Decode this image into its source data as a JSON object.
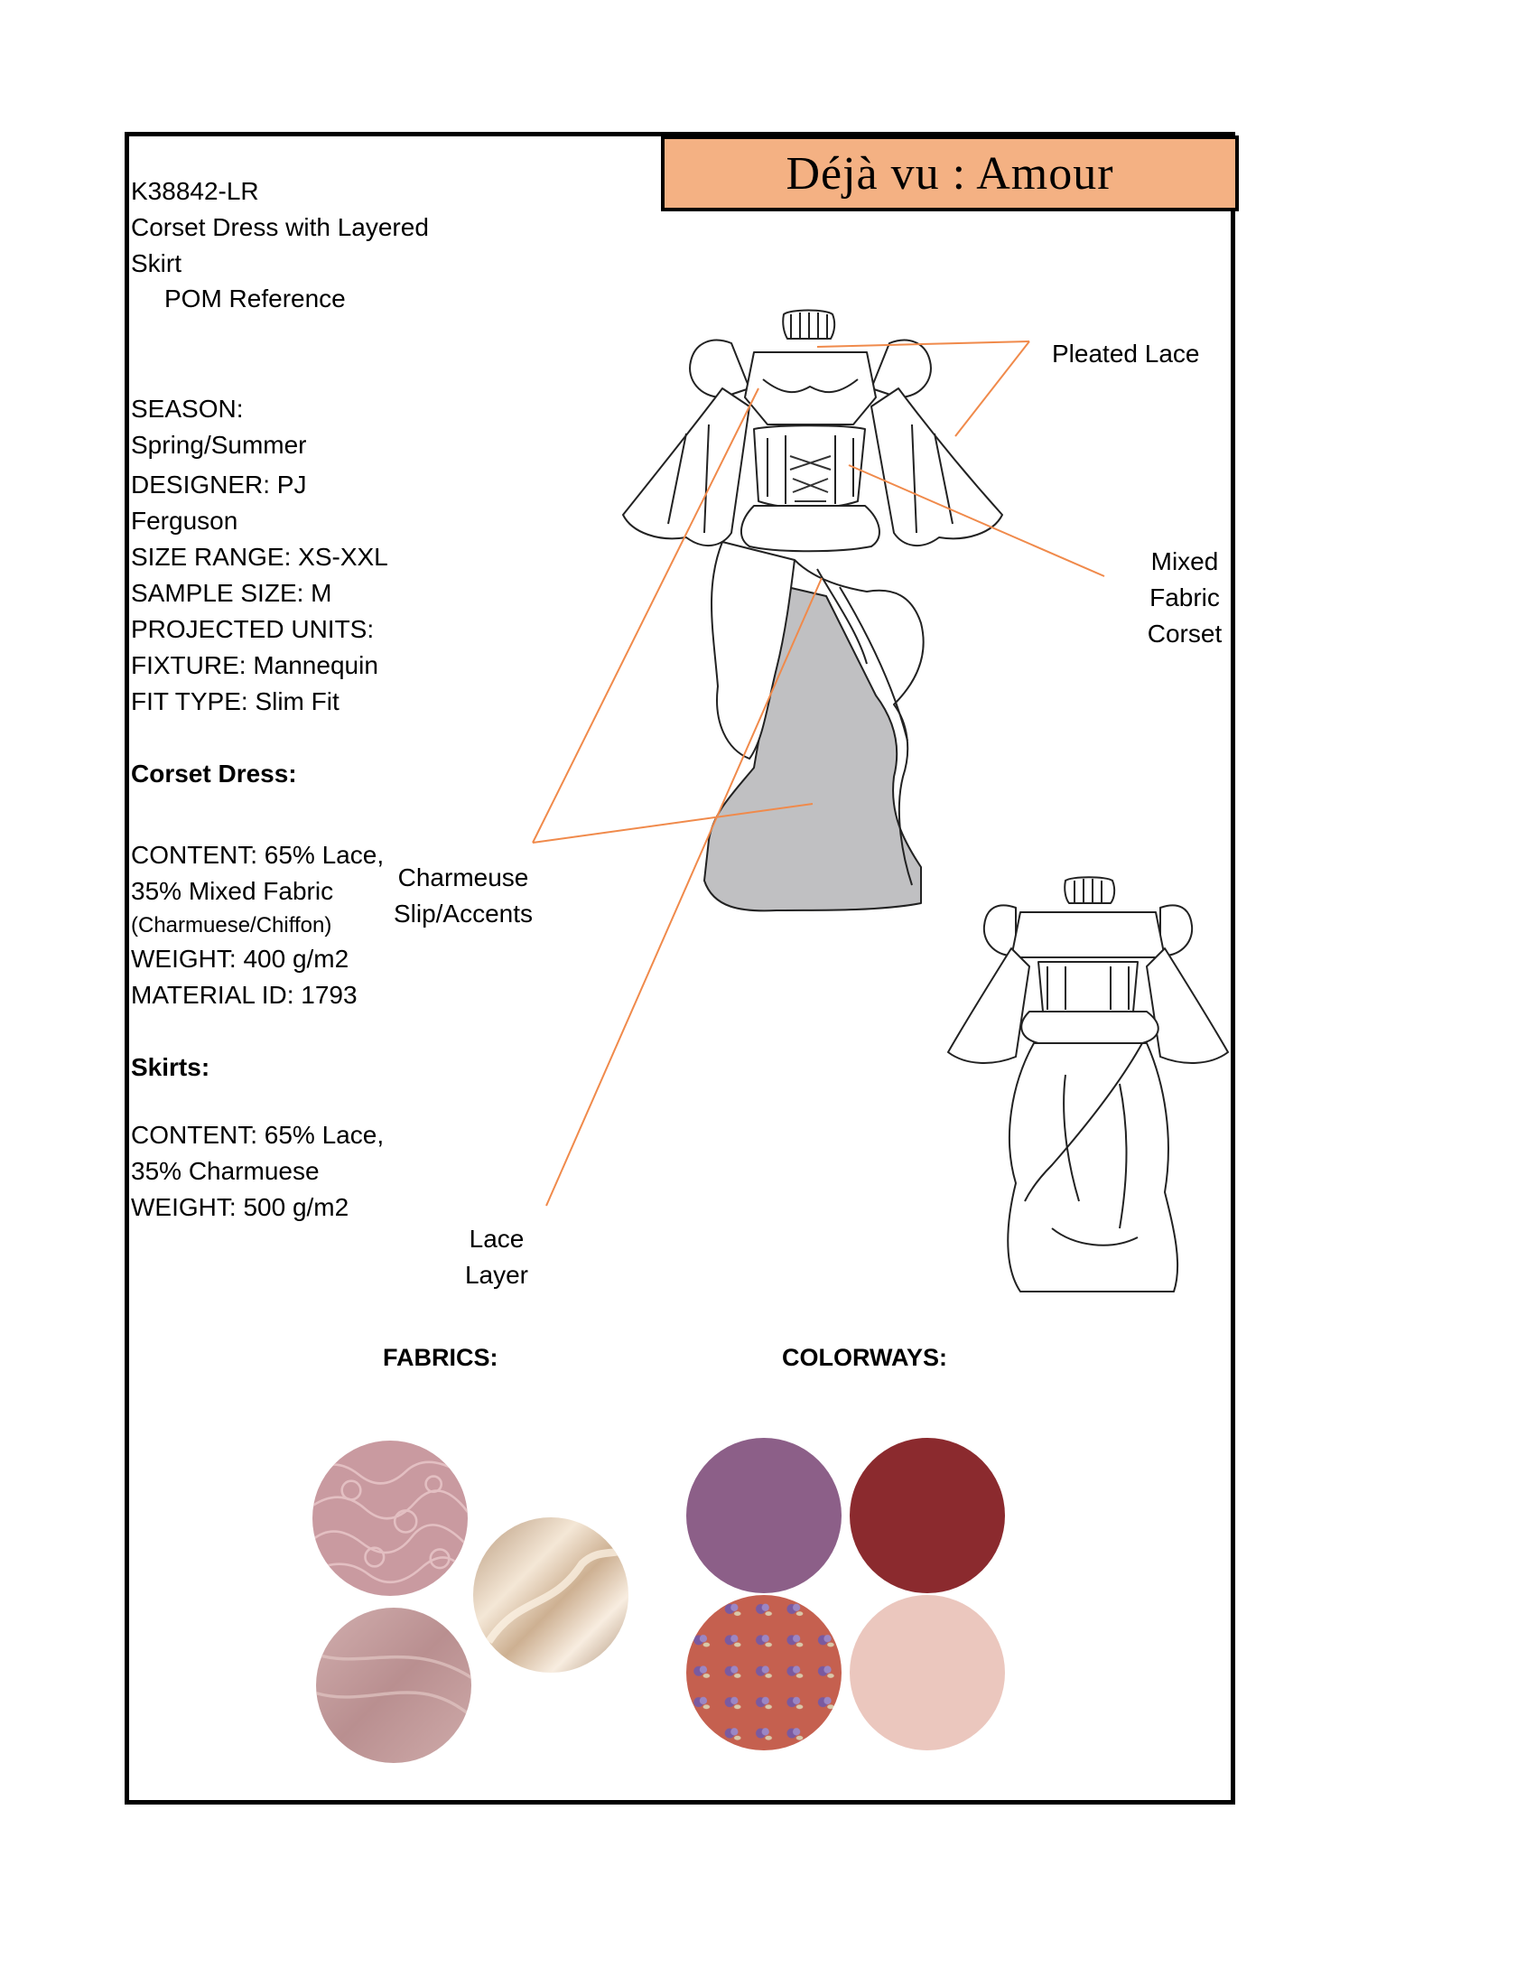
{
  "brand": {
    "title": "Déjà vu : Amour"
  },
  "spec": {
    "style_code": "K38842-LR",
    "description_line1": "Corset Dress with Layered",
    "description_line2": "Skirt",
    "pom_reference": "POM Reference",
    "season_label": "SEASON:",
    "season_value": "Spring/Summer",
    "designer_line1": "DESIGNER: PJ",
    "designer_line2": "Ferguson",
    "size_range": "SIZE RANGE: XS-XXL",
    "sample_size": "SAMPLE SIZE: M",
    "projected_units": "PROJECTED UNITS:",
    "fixture": "FIXTURE: Mannequin",
    "fit_type": "FIT TYPE: Slim Fit"
  },
  "corset_dress": {
    "heading": "Corset Dress:",
    "content_line1": "CONTENT: 65% Lace,",
    "content_line2": "35% Mixed Fabric",
    "content_line3": "(Charmuese/Chiffon)",
    "weight": "WEIGHT: 400 g/m2",
    "material_id": "MATERIAL ID: 1793"
  },
  "skirts": {
    "heading": "Skirts:",
    "content_line1": "CONTENT: 65% Lace,",
    "content_line2": "35% Charmuese",
    "weight": "WEIGHT: 500 g/m2"
  },
  "callouts": {
    "pleated_lace": "Pleated Lace",
    "mixed_fabric_line1": "Mixed",
    "mixed_fabric_line2": "Fabric",
    "mixed_fabric_line3": "Corset",
    "charmeuse_line1": "Charmeuse",
    "charmeuse_line2": "Slip/Accents",
    "lace_line1": "Lace",
    "lace_line2": "Layer"
  },
  "fabrics": {
    "heading": "FABRICS:",
    "swatches": [
      {
        "name": "lace",
        "color": "#c99aa0"
      },
      {
        "name": "charmeuse",
        "color": "#e6d3bd"
      },
      {
        "name": "chiffon",
        "color": "#c5a0a0"
      }
    ]
  },
  "colorways": {
    "heading": "COLORWAYS:",
    "swatches": [
      {
        "name": "purple",
        "color": "#8c5f88"
      },
      {
        "name": "red",
        "color": "#8b2a2e"
      },
      {
        "name": "print",
        "color": "#c5604f"
      },
      {
        "name": "blush",
        "color": "#ebc7be"
      }
    ]
  },
  "colors": {
    "title_bg": "#f4b183",
    "callout_line": "#f08a4b",
    "slip_grey": "#c0c0c2"
  }
}
